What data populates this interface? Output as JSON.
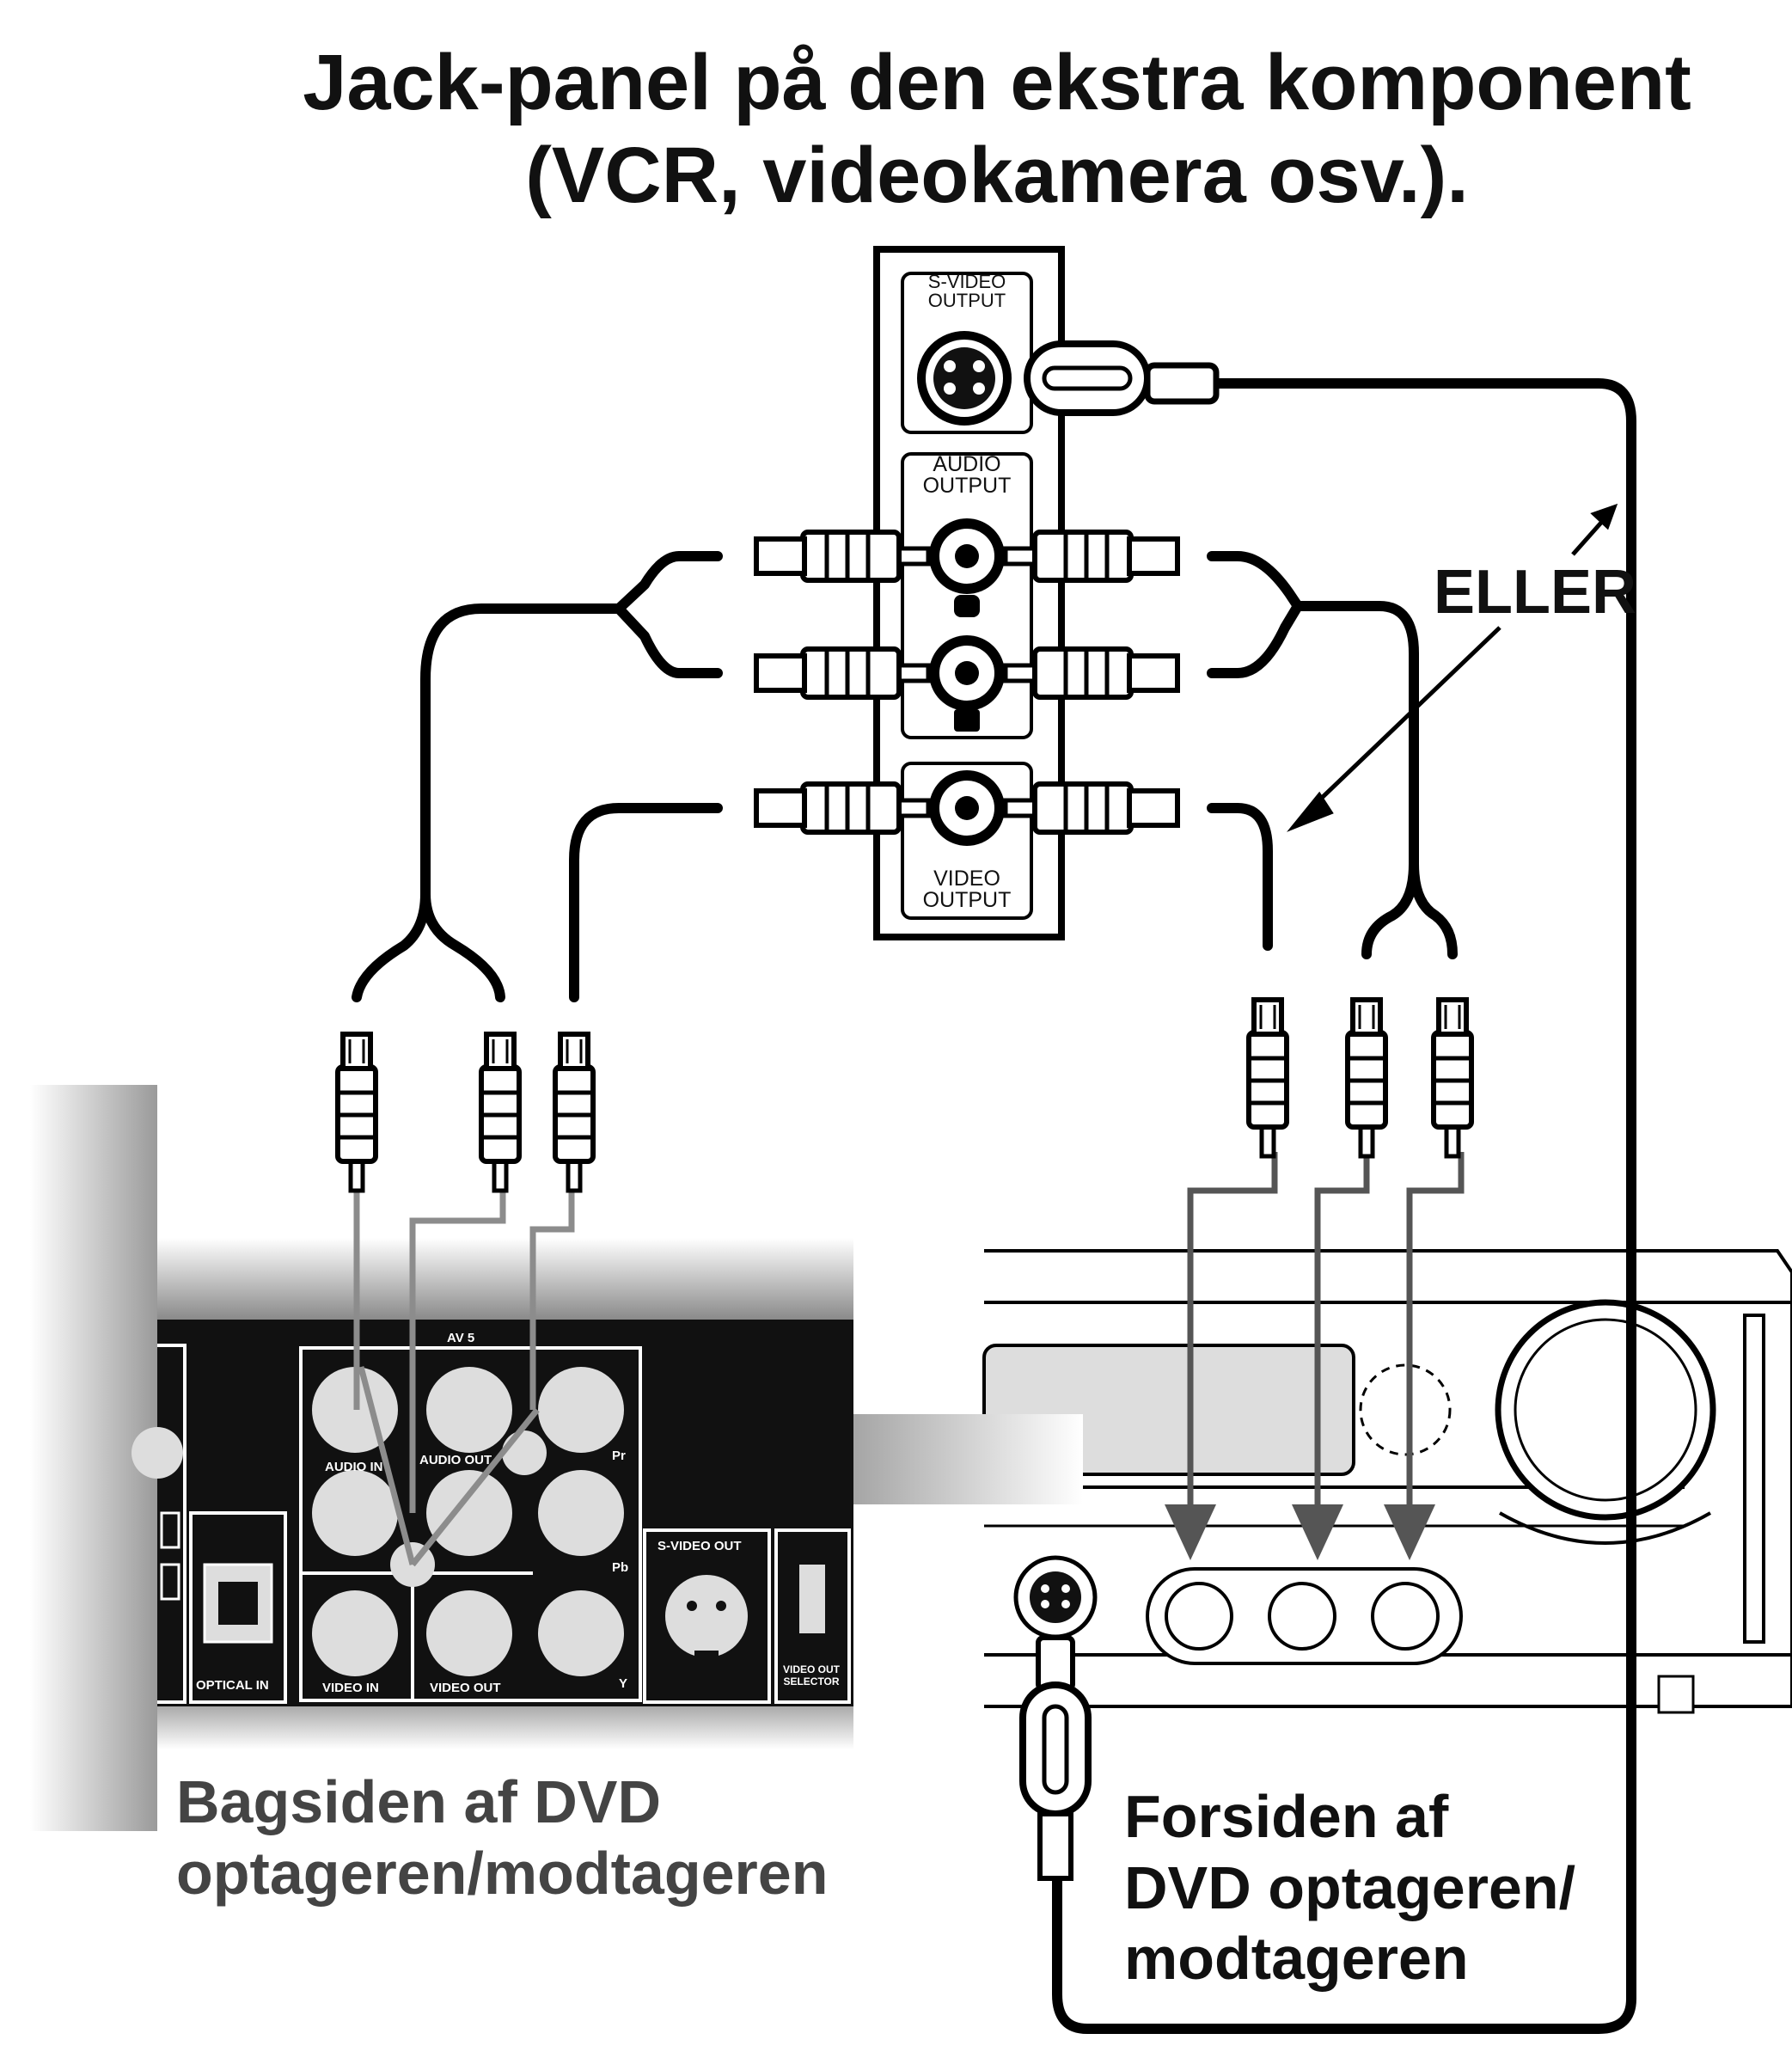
{
  "title": {
    "line1": "Jack-panel på den ekstra komponent",
    "line2": "(VCR, videokamera osv.)."
  },
  "aux_panel": {
    "svideo_output": [
      "S-VIDEO",
      "OUTPUT"
    ],
    "audio_output": [
      "AUDIO",
      "OUTPUT"
    ],
    "video_output": [
      "VIDEO",
      "OUTPUT"
    ]
  },
  "or_label": "ELLER",
  "rear_panel": {
    "av_label": "AV 5",
    "audio_in": "AUDIO IN",
    "audio_out": "AUDIO OUT",
    "pr": "Pr",
    "pb": "Pb",
    "y": "Y",
    "video_in": "VIDEO IN",
    "video_out": "VIDEO OUT",
    "svideo_out": "S-VIDEO OUT",
    "optical_in": "OPTICAL IN",
    "selector": "VIDEO OUT SELECTOR"
  },
  "captions": {
    "back_line1": "Bagsiden af DVD",
    "back_line2": "optageren/modtageren",
    "front_line1": "Forsiden af",
    "front_line2": "DVD optageren/",
    "front_line3": "modtageren"
  }
}
